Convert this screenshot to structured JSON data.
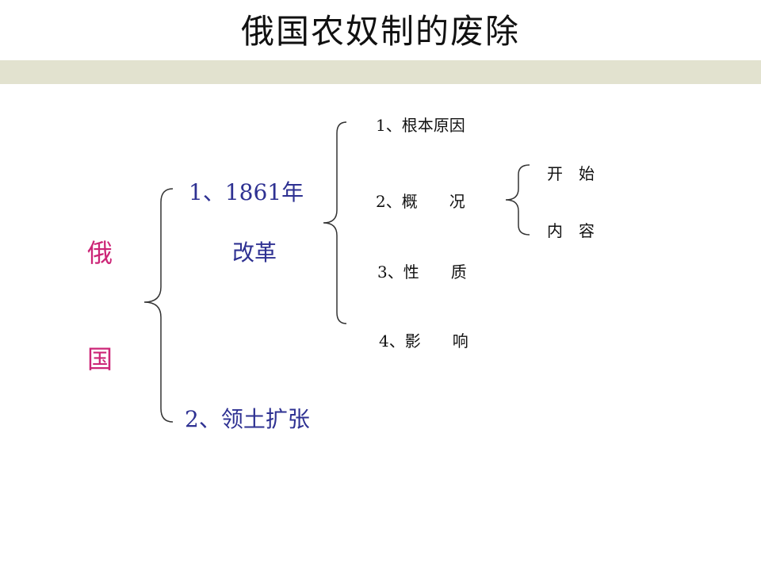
{
  "title": "俄国农奴制的废除",
  "root": {
    "char1": "俄",
    "char2": "国",
    "color": "#cc2577"
  },
  "level1": {
    "reform_line1": "1、1861年",
    "reform_line2": "改革",
    "expansion": "2、领土扩张",
    "color": "#2e3192"
  },
  "level2": {
    "items": [
      "1、根本原因",
      "2、概　　况",
      "3、性　　质",
      "4、影　　响"
    ]
  },
  "level3": {
    "items": [
      "开　始",
      "内　容"
    ]
  }
}
